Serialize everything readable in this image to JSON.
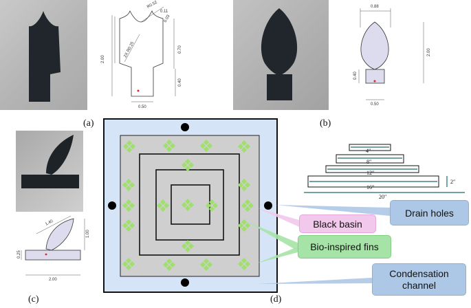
{
  "panels": {
    "a": "(a)",
    "b": "(b)",
    "c": "(c)",
    "d": "(d)"
  },
  "drawing_a": {
    "dims": [
      "0.11",
      "0.03",
      "2.00",
      "0.70",
      "0.40",
      "0.50"
    ],
    "radius_top": "R0.52",
    "radius_side": "2X R0.25"
  },
  "drawing_b": {
    "dims": [
      "0.88",
      "2.00",
      "0.40",
      "0.50"
    ]
  },
  "drawing_c": {
    "dims": [
      "1.40",
      "1.00",
      "0.25",
      "2.00"
    ]
  },
  "steps": {
    "widths": [
      "4″",
      "8″",
      "12″",
      "16″",
      "20″"
    ],
    "height": "2″"
  },
  "callouts": {
    "drain_holes": "Drain holes",
    "black_basin": "Black basin",
    "bio_fins": "Bio-inspired fins",
    "condensation": "Condensation channel"
  },
  "colors": {
    "channel": "#d6e4f7",
    "basin": "#cfcfcf",
    "fin": "#9ee06a",
    "callout_blue": "#adc8e6",
    "callout_pink": "#f2c8ec",
    "callout_green": "#a6e3a6"
  }
}
